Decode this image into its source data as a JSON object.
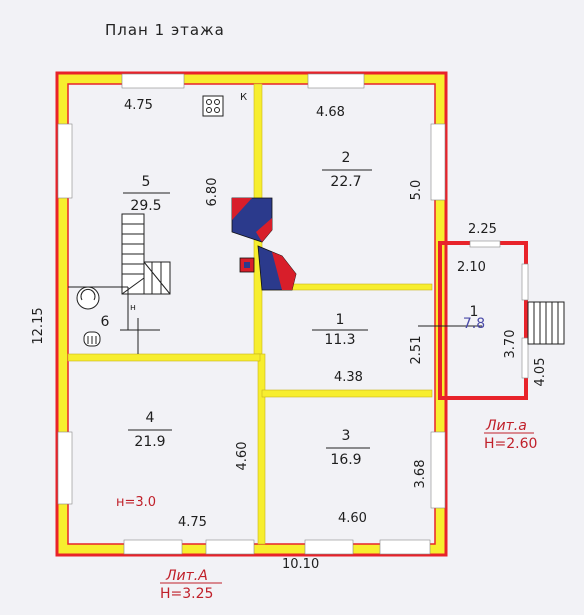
{
  "title": "План 1 этажа",
  "rooms": [
    {
      "number": "5",
      "area": "29.5"
    },
    {
      "number": "2",
      "area": "22.7"
    },
    {
      "number": "1",
      "area": "11.3"
    },
    {
      "number": "6",
      "area": ""
    },
    {
      "number": "4",
      "area": "21.9"
    },
    {
      "number": "3",
      "area": "16.9"
    },
    {
      "number": "1",
      "area": "7.8"
    }
  ],
  "dimensions": {
    "room5_top": "4.75",
    "room2_top": "4.68",
    "room5_height": "6.80",
    "room2_height": "5.0",
    "overall_height": "12.15",
    "room1_height": "2.51",
    "room1_width": "4.38",
    "room4_height": "4.60",
    "room4_bottom": "4.75",
    "room3_bottom": "4.60",
    "room3_height": "3.68",
    "overall_width": "10.10",
    "porch_top": "2.25",
    "porch_inner_top": "2.10",
    "porch_inner_height": "3.70",
    "porch_height": "4.05"
  },
  "heights": {
    "room4_height": "н=3.0"
  },
  "labels": {
    "main_lit": "Лит.А",
    "main_h": "Н=3.25",
    "annex_lit": "Лит.а",
    "annex_h": "Н=2.60",
    "stove_mark": "К"
  },
  "colors": {
    "outer_wall": "#e8232a",
    "wall_fill": "#f7ee2e",
    "window_fill": "#ffffff",
    "text_dark": "#1e1e1e",
    "annex_text": "#c0202a",
    "stove_blue": "#2b3a8c",
    "stove_red": "#d81e2a"
  }
}
